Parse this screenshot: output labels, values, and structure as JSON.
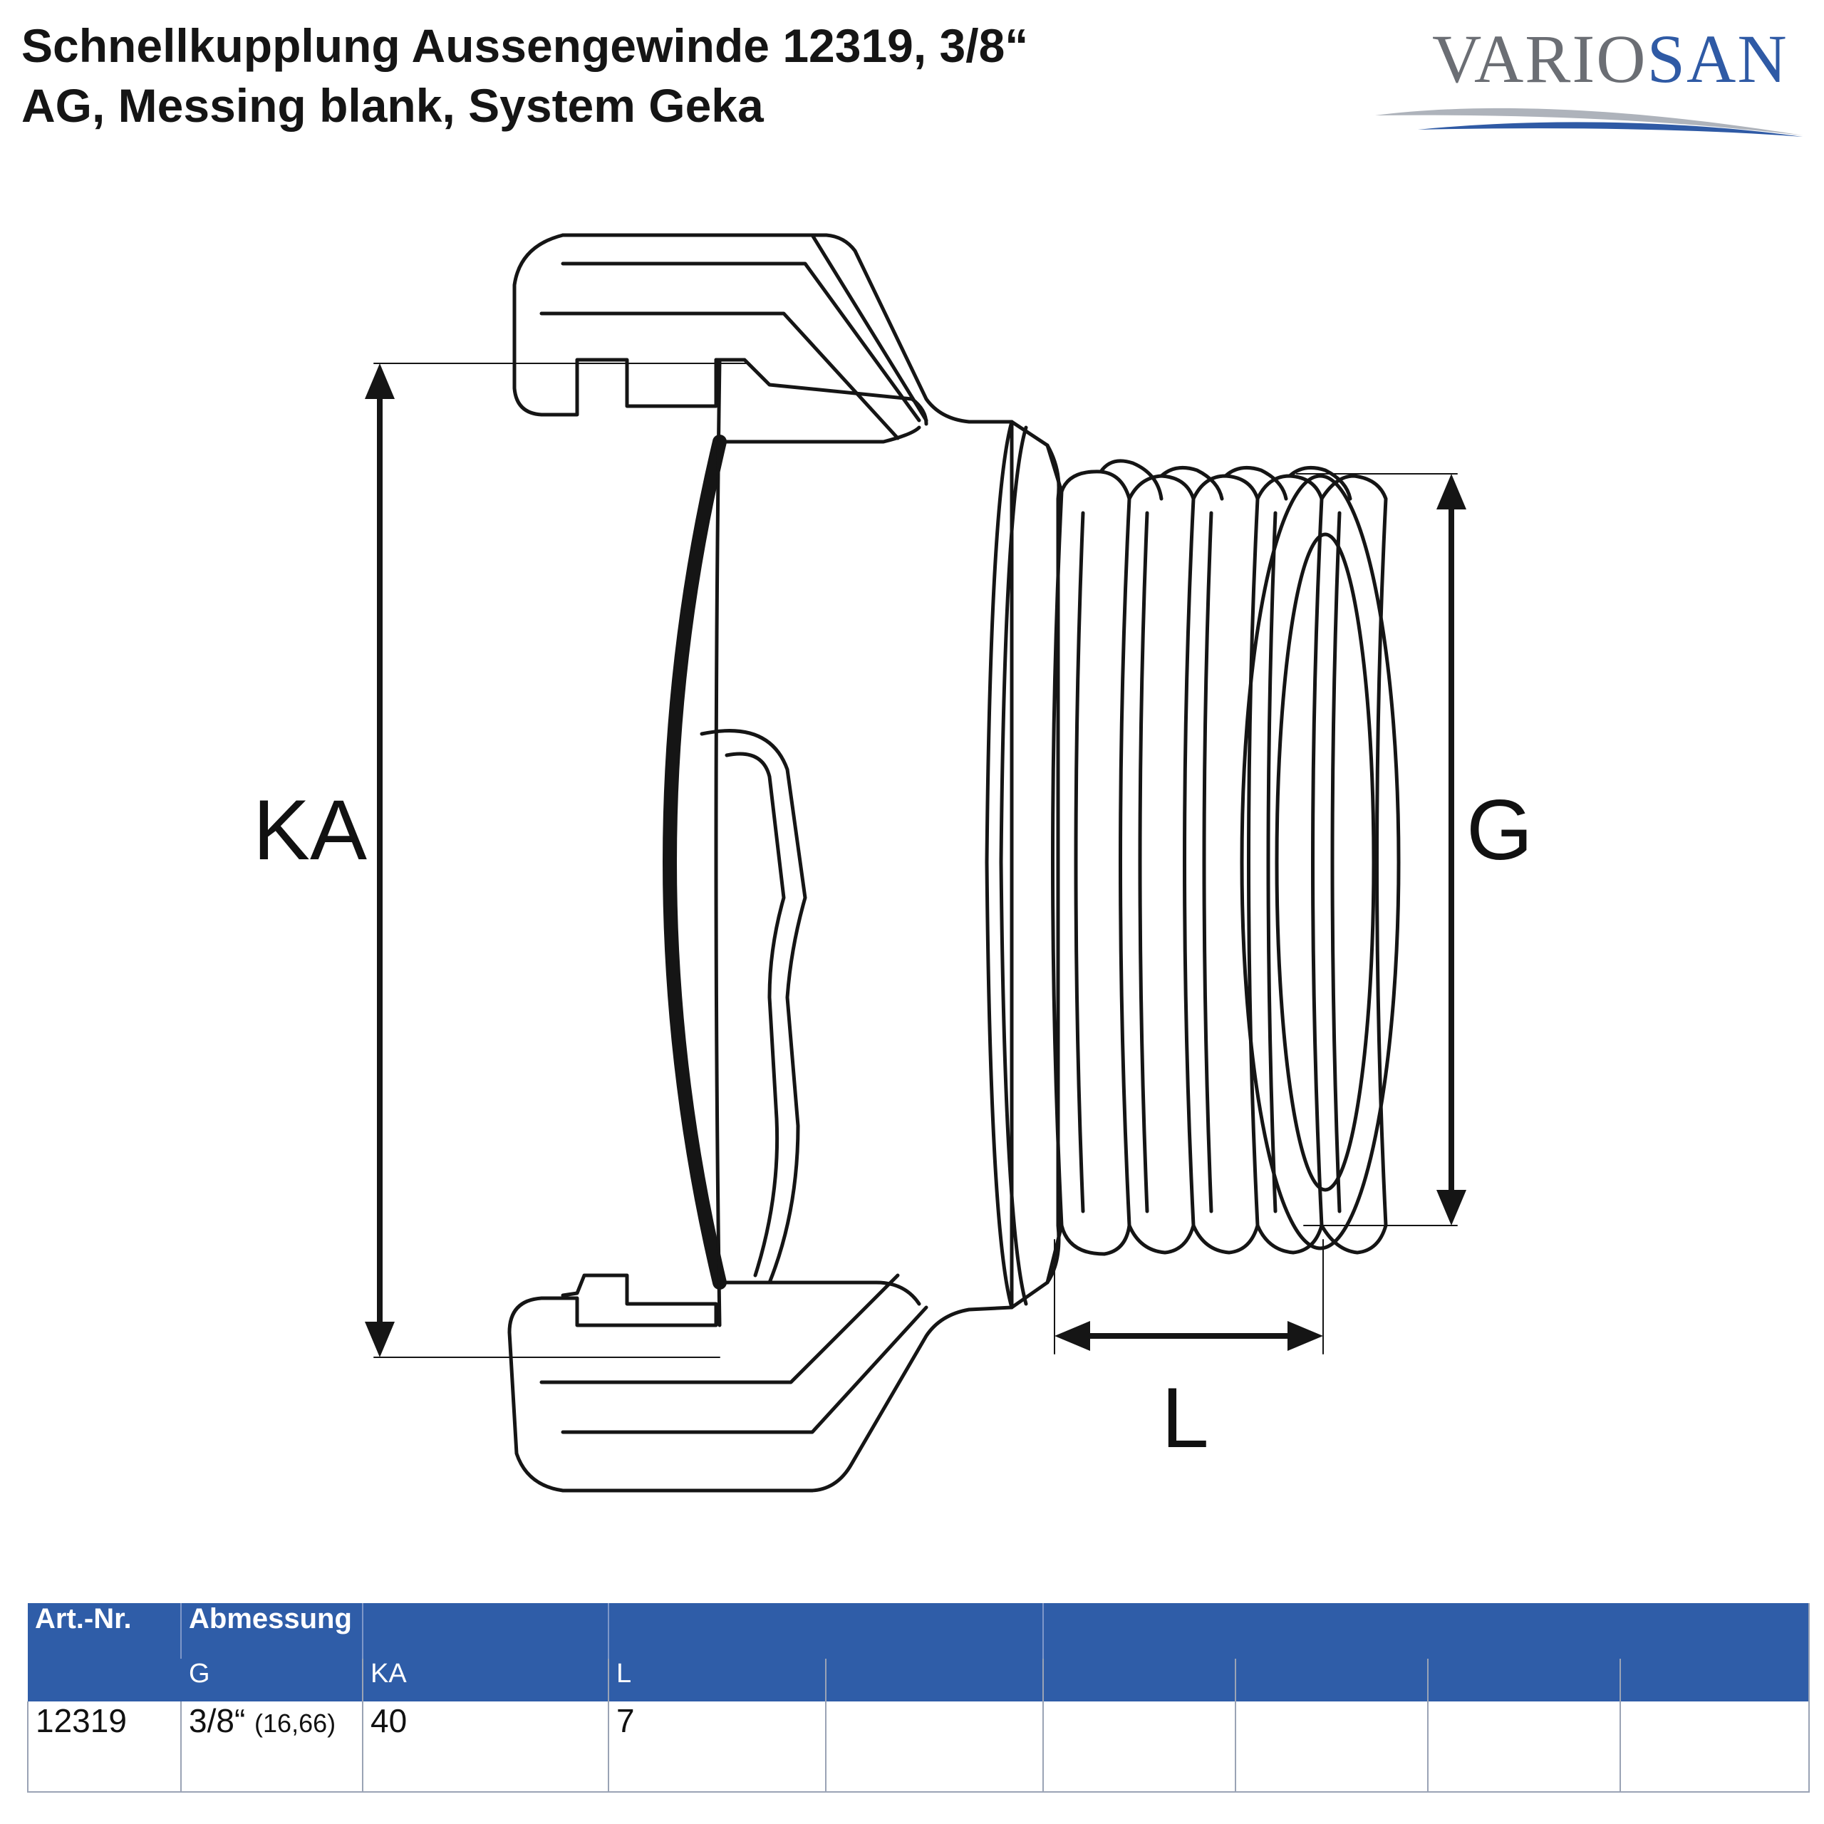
{
  "header": {
    "title_line1": "Schnellkupplung Aussengewinde 12319, 3/8“",
    "title_line2": "AG, Messing blank, System Geka"
  },
  "logo": {
    "text_part1": "VARIO",
    "text_part2": "SAN",
    "color_grey": "#6b6e74",
    "color_blue": "#2f5aa5"
  },
  "diagram": {
    "label_ka": "KA",
    "label_g": "G",
    "label_l": "L"
  },
  "table": {
    "col_art": "Art.-Nr.",
    "col_abmessung": "Abmessung",
    "sub_g": "G",
    "sub_ka": "KA",
    "sub_l": "L",
    "row": {
      "art": "12319",
      "g": "3/8“",
      "g_mm": "(16,66)",
      "ka": "40",
      "l": "7"
    },
    "header_color": "#2f5da8"
  }
}
